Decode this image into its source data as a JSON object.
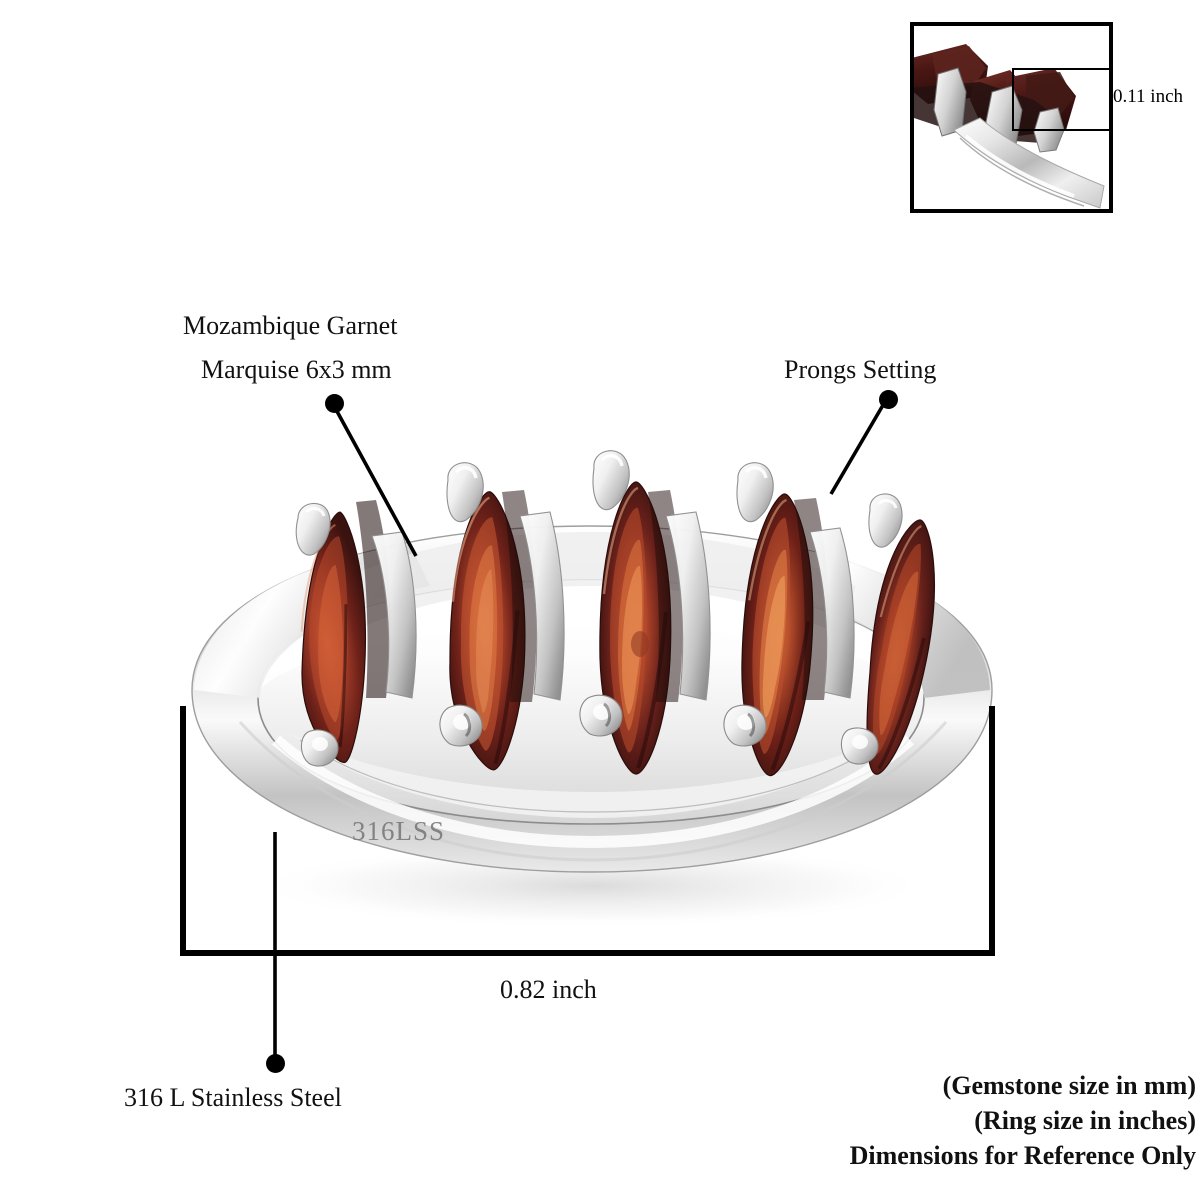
{
  "product": {
    "type": "ring",
    "metal_stamp": "316LSS",
    "gemstone": "Mozambique Garnet",
    "gem_cut": "Marquise",
    "gem_count": 5
  },
  "annotations": {
    "gem_label_line1": "Mozambique Garnet",
    "gem_label_line2": "Marquise 6x3 mm",
    "prongs_label": "Prongs Setting",
    "metal_label": "316 L Stainless Steel",
    "width_dimension": "0.82 inch",
    "height_dimension": "0.11 inch",
    "engraving": "316LSS"
  },
  "disclaimer": {
    "line1": "(Gemstone size in mm)",
    "line2": "(Ring size in inches)",
    "line3": "Dimensions for Reference Only"
  },
  "colors": {
    "garnet_dark": "#3d1512",
    "garnet_mid": "#7a2a1e",
    "garnet_bright": "#c4562b",
    "garnet_highlight": "#e0garnet",
    "metal_light": "#fbfbfb",
    "metal_mid": "#cfcfcf",
    "metal_shadow": "#9a9a9a",
    "line": "#000000",
    "background": "#ffffff"
  }
}
